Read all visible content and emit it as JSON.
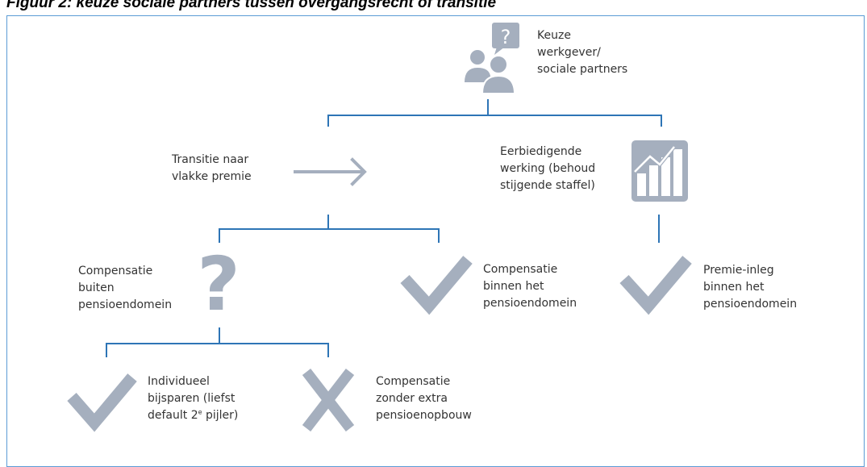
{
  "title": "Figuur 2: keuze sociale partners tussen overgangsrecht of transitie",
  "nodes": {
    "root": "Keuze\nwerkgever/\nsociale partners",
    "transitie": "Transitie naar\nvlakke premie",
    "eerbiedigend": "Eerbiedigende\nwerking (behoud\nstijgende staffel)",
    "comp_buiten": "Compensatie\nbuiten\npensioendomein",
    "comp_binnen": "Compensatie\nbinnen het\npensioendomein",
    "premie_inleg": "Premie-inleg\nbinnen het\npensioendomein",
    "individueel_main": "Individueel\nbijsparen (liefst\ndefault 2",
    "individueel_sup": "e",
    "individueel_end": " pijler)",
    "zonder_extra": "Compensatie\nzonder extra\npensioenopbouw"
  },
  "colors": {
    "connector": "#2e75b6",
    "icon": "#a5afbe",
    "frame": "#5b9bd5",
    "text": "#333333"
  }
}
